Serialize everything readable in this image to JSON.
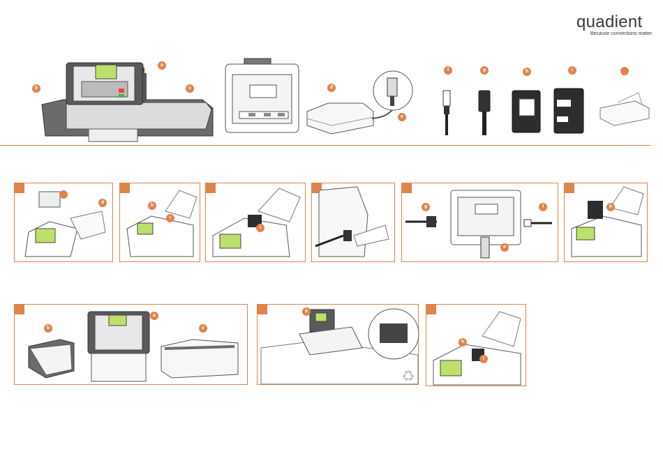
{
  "brand": {
    "name": "quadient",
    "tagline": "Because connections matter.",
    "accent_color": "#e0834a"
  },
  "labels": {
    "a": "a",
    "b": "b",
    "c": "c",
    "d": "d",
    "e": "e",
    "f": "f",
    "g": "g",
    "h": "h",
    "i": "i"
  },
  "icons": {
    "recycle": "♻"
  }
}
